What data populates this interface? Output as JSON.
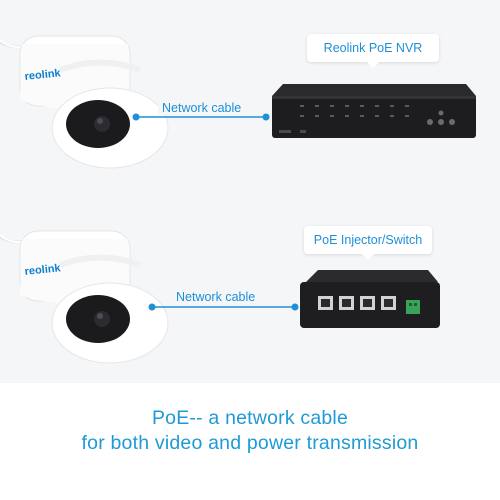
{
  "row1": {
    "camera_brand": "reolink",
    "cable_label": "Network cable",
    "device_label": "Reolink PoE NVR"
  },
  "row2": {
    "camera_brand": "reolink",
    "cable_label": "Network cable",
    "device_label": "PoE Injector/Switch"
  },
  "caption": {
    "line1": "PoE-- a network cable",
    "line2": "for both video and power transmission"
  },
  "colors": {
    "accent": "#1f8fd6",
    "panel_bg": "#f4f6f8",
    "device": "#1d1d1f"
  }
}
